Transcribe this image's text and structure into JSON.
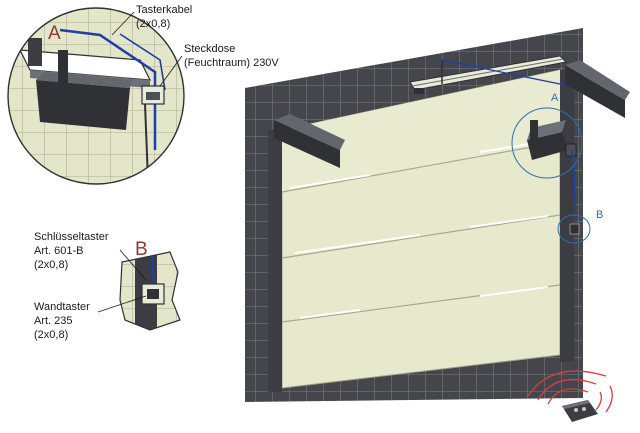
{
  "detail_a": {
    "letter": "A",
    "cable_label_1": "Tasterkabel",
    "cable_label_2": "(2x0,8)",
    "socket_label_1": "Steckdose",
    "socket_label_2": "(Feuchtraum) 230V"
  },
  "detail_b": {
    "letter": "B",
    "key_switch_1": "Schlüsseltaster",
    "key_switch_2": "Art. 601-B",
    "key_switch_3": "(2x0,8)",
    "wall_button_1": "Wandtaster",
    "wall_button_2": "Art. 235",
    "wall_button_3": "(2x0,8)"
  },
  "markers": {
    "a": "A",
    "b": "B"
  },
  "colors": {
    "door_panel": "#e6e9cc",
    "wall": "#3a3c40",
    "cable": "#1f3fa8",
    "marker": "#2e6fb0",
    "remote_waves": "#d64040",
    "letter": "#8a3b3b"
  },
  "icons": [
    "garage-opener-icon",
    "socket-icon",
    "wall-button-icon",
    "remote-control-icon",
    "radio-waves-icon"
  ]
}
